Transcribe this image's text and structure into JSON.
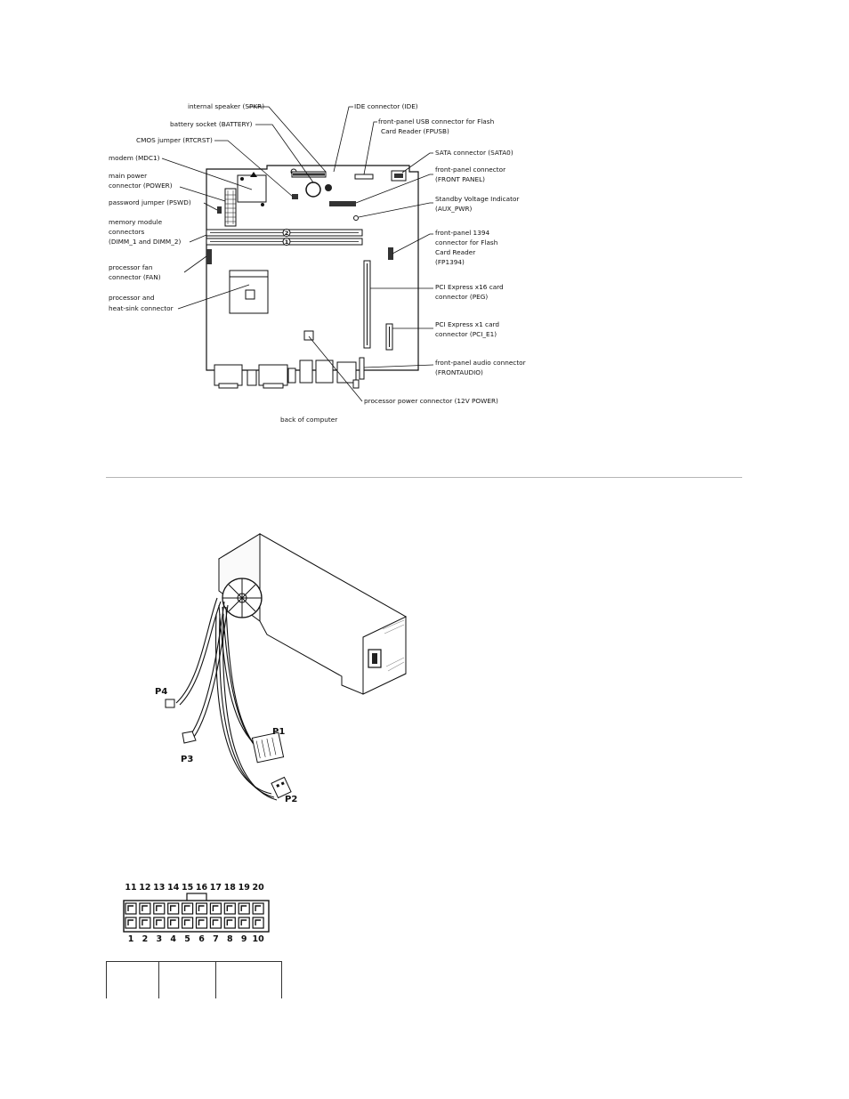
{
  "board_diagram": {
    "labels_left": [
      "internal speaker (SPKR)",
      "battery socket (BATTERY)",
      "CMOS jumper (RTCRST)",
      "modem (MDC1)",
      "main power",
      "connector (POWER)",
      "password jumper (PSWD)",
      "memory module",
      "connectors",
      "(DIMM_1 and DIMM_2)",
      "processor fan",
      "connector (FAN)",
      "processor and",
      "heat-sink connector"
    ],
    "labels_right": [
      "IDE connector (IDE)",
      "front-panel USB connector for Flash",
      "Card Reader (FPUSB)",
      "SATA connector (SATA0)",
      "front-panel connector",
      "(FRONT PANEL)",
      "Standby Voltage Indicator",
      "(AUX_PWR)",
      "front-panel 1394",
      "connector for Flash",
      "Card Reader",
      "(FP1394)",
      "PCI Express x16 card",
      "connector (PEG)",
      "PCI Express x1 card",
      "connector (PCI_E1)",
      "front-panel audio connector",
      "(FRONTAUDIO)",
      "processor power connector (12V POWER)"
    ],
    "dimm_numbers": [
      "2",
      "1"
    ],
    "caption": "back of computer"
  },
  "psu_diagram": {
    "plug_labels": [
      "P4",
      "P1",
      "P3",
      "P2"
    ]
  },
  "pinout": {
    "top_numbers": [
      "11",
      "12",
      "13",
      "14",
      "15",
      "16",
      "17",
      "18",
      "19",
      "20"
    ],
    "bottom_numbers": [
      "1",
      "2",
      "3",
      "4",
      "5",
      "6",
      "7",
      "8",
      "9",
      "10"
    ]
  }
}
